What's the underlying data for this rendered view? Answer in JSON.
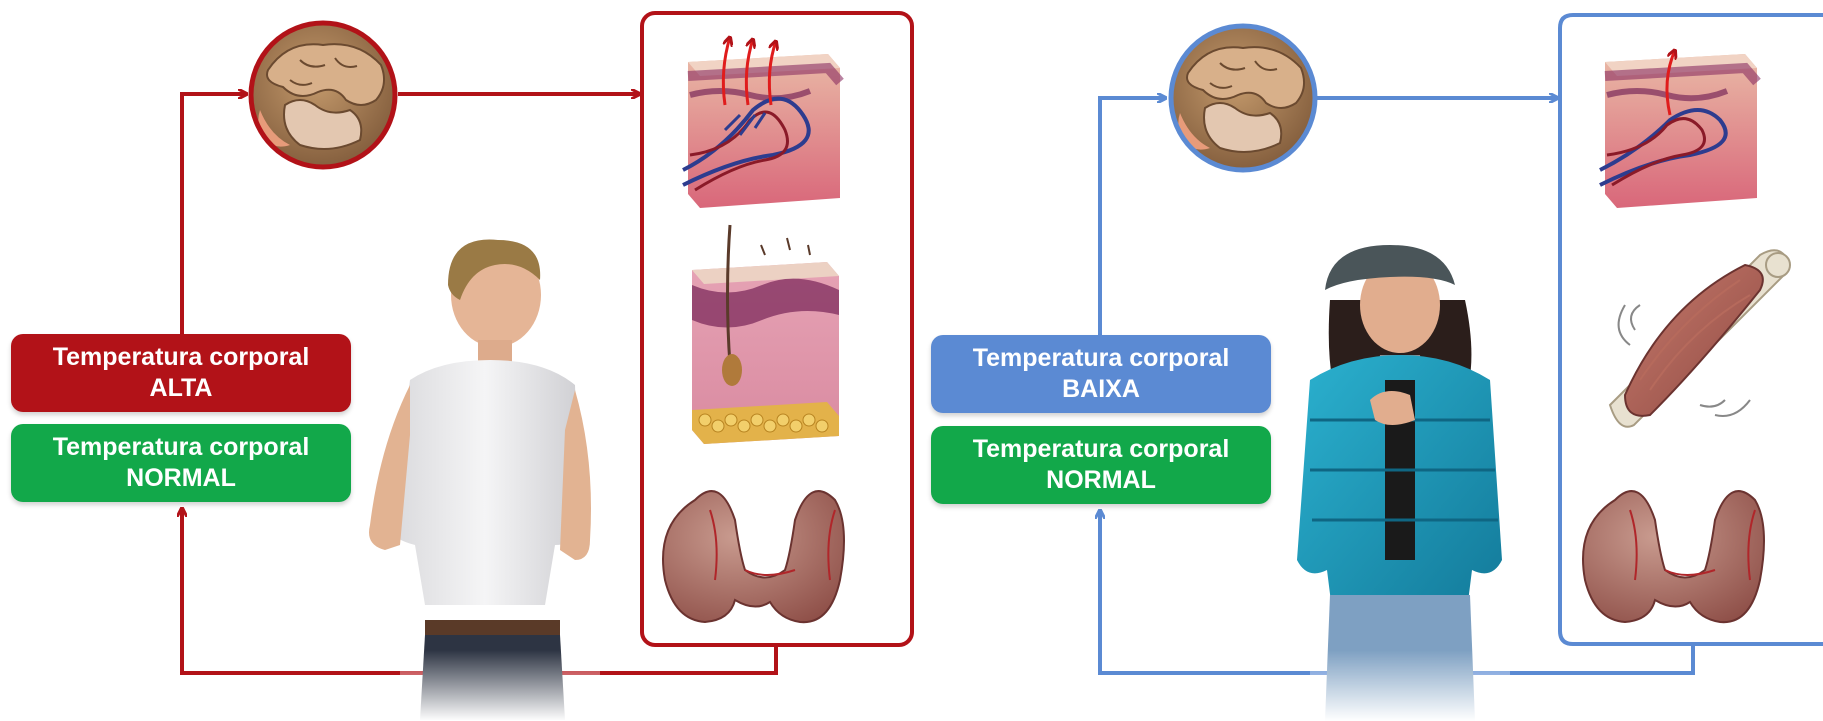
{
  "left_panel": {
    "state_high": {
      "line1": "Temperatura corporal",
      "line2": "ALTA"
    },
    "state_normal": {
      "line1": "Temperatura corporal",
      "line2": "NORMAL"
    }
  },
  "right_panel": {
    "state_low": {
      "line1": "Temperatura corporal",
      "line2": "BAIXA"
    },
    "state_normal": {
      "line1": "Temperatura corporal",
      "line2": "NORMAL"
    }
  },
  "colors": {
    "red": "#b21218",
    "blue": "#5b8ad3",
    "green": "#12a84a",
    "blue_label": "#5b8ad3"
  },
  "icons": [
    "brain-hypothalamus-icon",
    "skin-sweating-icon",
    "skin-hair-follicle-icon",
    "thyroid-gland-icon",
    "skin-vasoconstriction-icon",
    "shivering-muscle-icon",
    "man-tshirt-illustration",
    "woman-winter-coat-illustration"
  ]
}
